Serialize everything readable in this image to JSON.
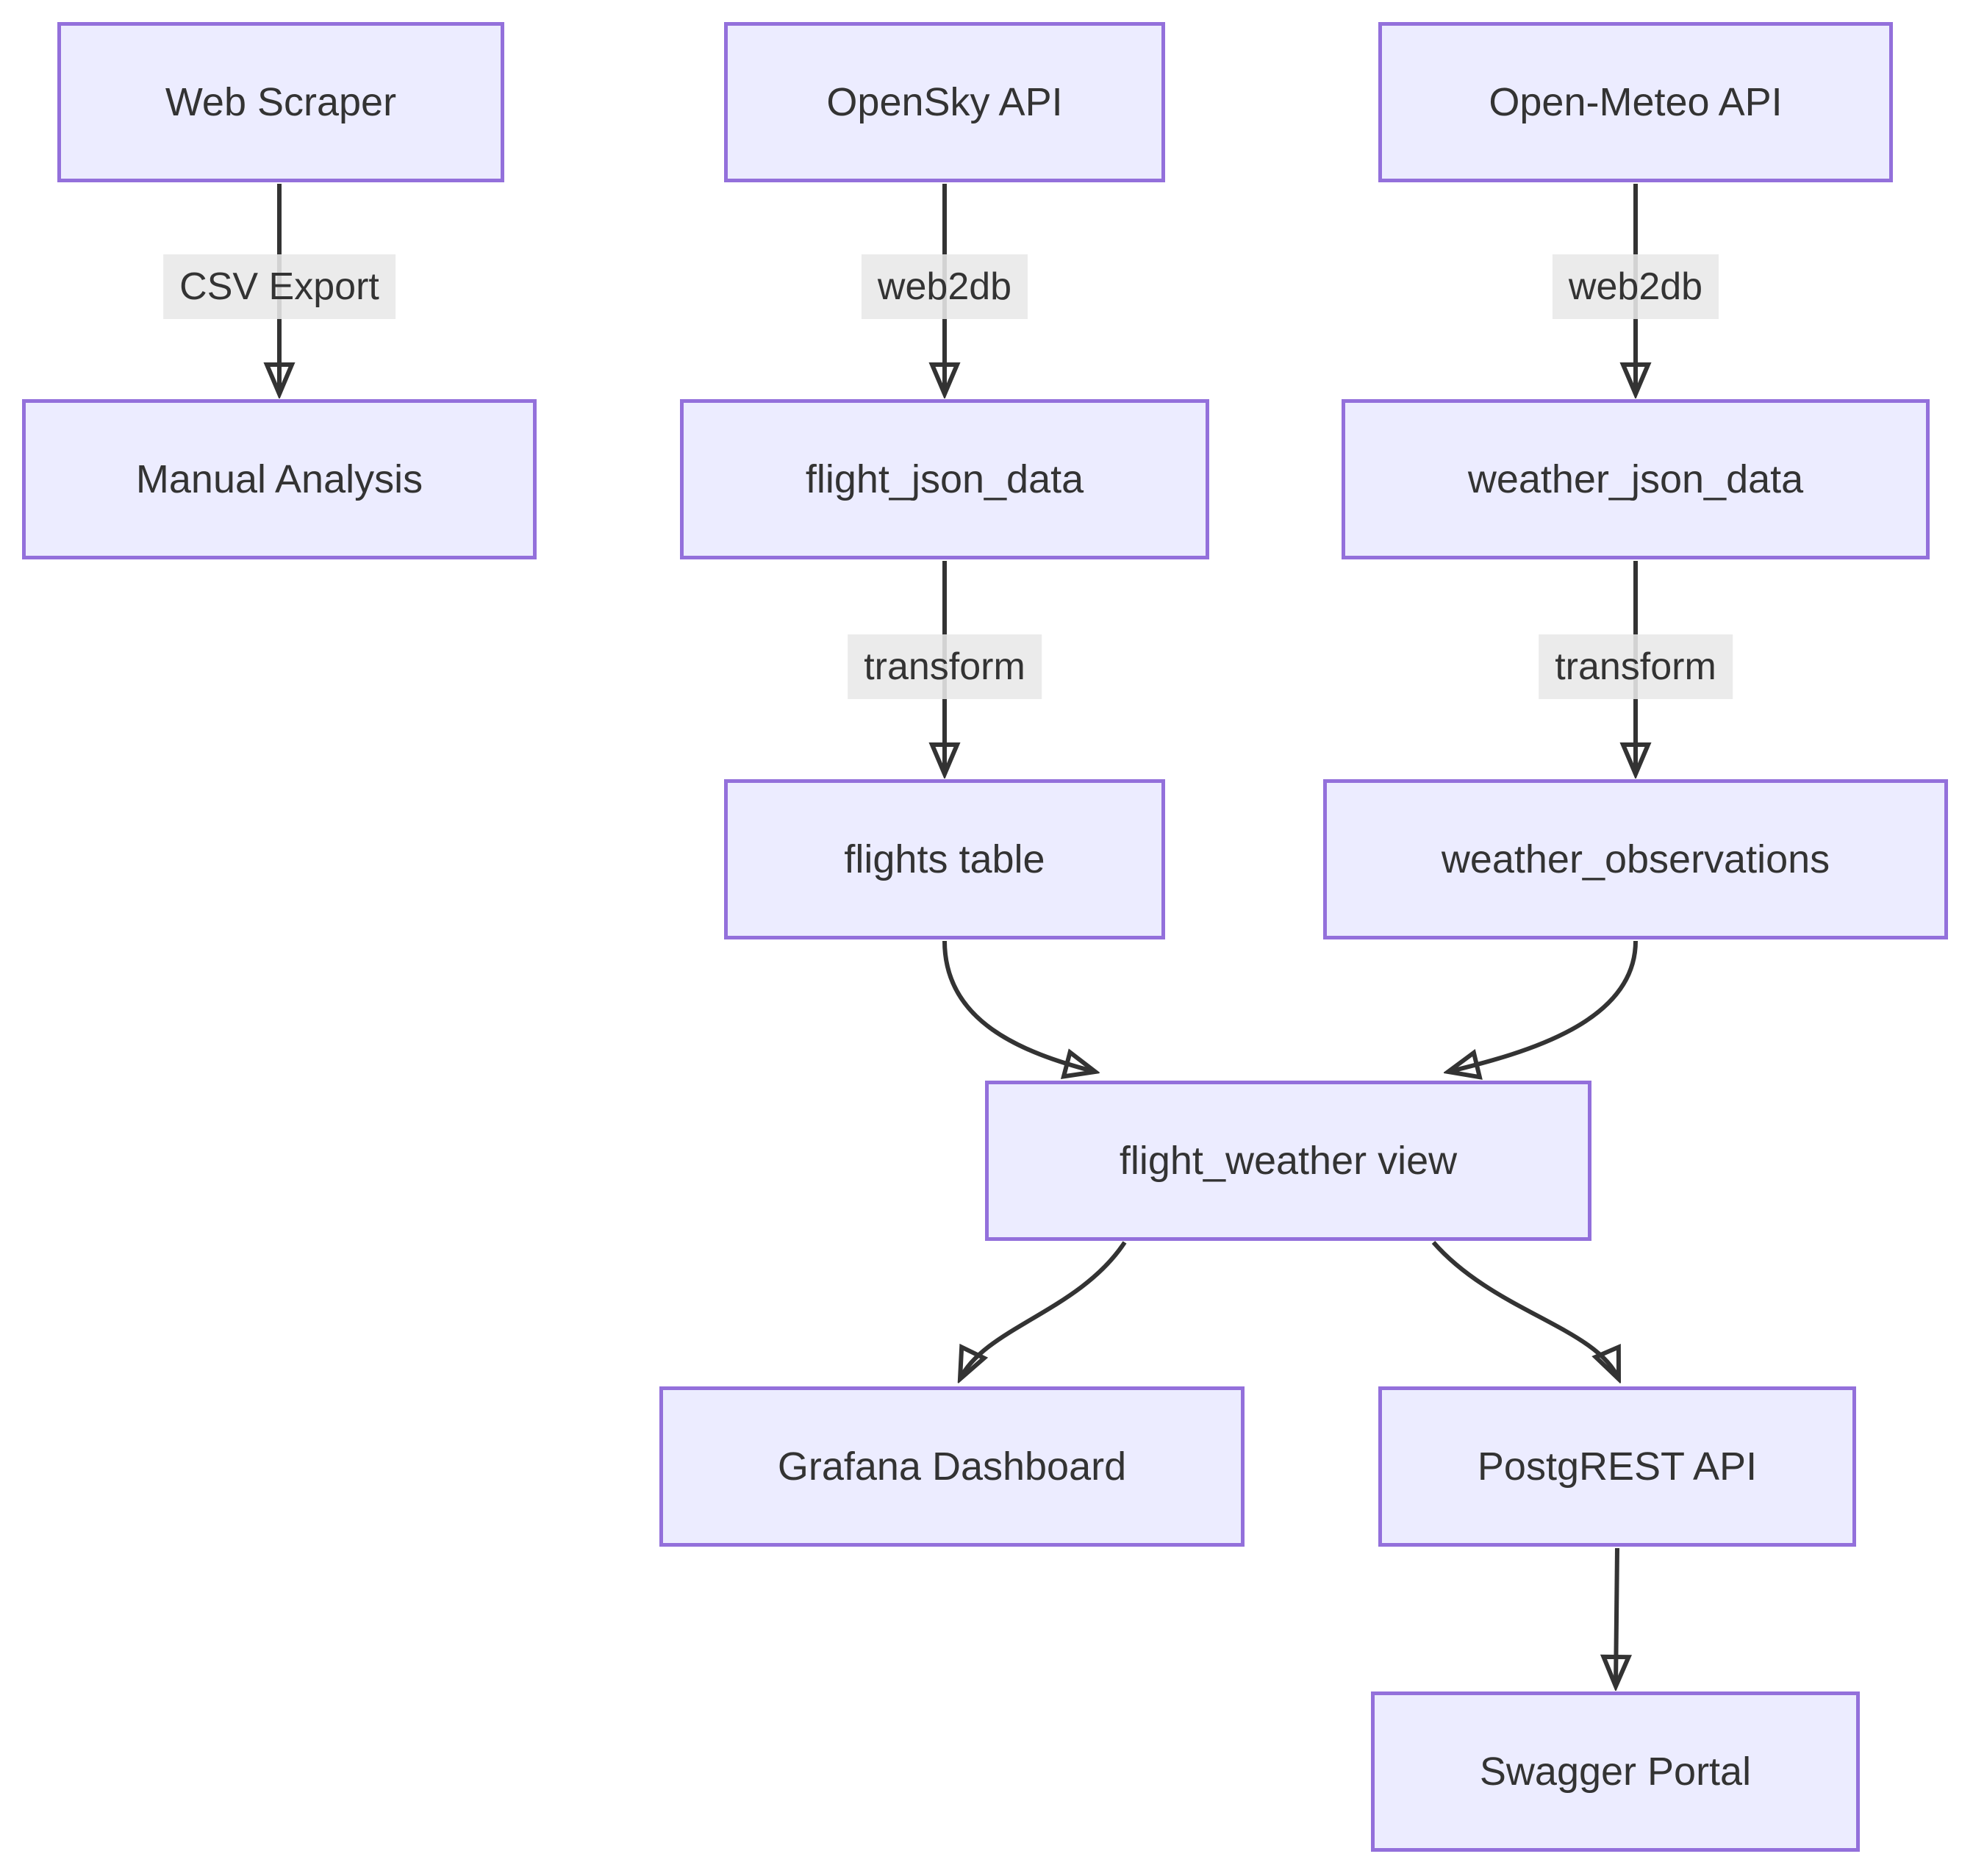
{
  "diagram": {
    "type": "flowchart",
    "nodes": {
      "web_scraper": {
        "label": "Web Scraper"
      },
      "manual_analysis": {
        "label": "Manual Analysis"
      },
      "opensky_api": {
        "label": "OpenSky API"
      },
      "flight_json_data": {
        "label": "flight_json_data"
      },
      "flights_table": {
        "label": "flights table"
      },
      "open_meteo_api": {
        "label": "Open-Meteo API"
      },
      "weather_json_data": {
        "label": "weather_json_data"
      },
      "weather_observations": {
        "label": "weather_observations"
      },
      "flight_weather_view": {
        "label": "flight_weather view"
      },
      "grafana_dashboard": {
        "label": "Grafana Dashboard"
      },
      "postgrest_api": {
        "label": "PostgREST API"
      },
      "swagger_portal": {
        "label": "Swagger Portal"
      }
    },
    "edge_labels": {
      "csv_export": "CSV Export",
      "web2db_opensky": "web2db",
      "web2db_meteo": "web2db",
      "transform_flight": "transform",
      "transform_weather": "transform"
    },
    "edges": [
      {
        "from": "web_scraper",
        "to": "manual_analysis",
        "label": "CSV Export"
      },
      {
        "from": "opensky_api",
        "to": "flight_json_data",
        "label": "web2db"
      },
      {
        "from": "open_meteo_api",
        "to": "weather_json_data",
        "label": "web2db"
      },
      {
        "from": "flight_json_data",
        "to": "flights_table",
        "label": "transform"
      },
      {
        "from": "weather_json_data",
        "to": "weather_observations",
        "label": "transform"
      },
      {
        "from": "flights_table",
        "to": "flight_weather_view",
        "label": ""
      },
      {
        "from": "weather_observations",
        "to": "flight_weather_view",
        "label": ""
      },
      {
        "from": "flight_weather_view",
        "to": "grafana_dashboard",
        "label": ""
      },
      {
        "from": "flight_weather_view",
        "to": "postgrest_api",
        "label": ""
      },
      {
        "from": "postgrest_api",
        "to": "swagger_portal",
        "label": ""
      }
    ],
    "colors": {
      "node_fill": "#ECECFF",
      "node_border": "#9370DB",
      "edge": "#333333",
      "text": "#333333",
      "label_bg": "#e8e8e8",
      "background": "#ffffff"
    }
  }
}
